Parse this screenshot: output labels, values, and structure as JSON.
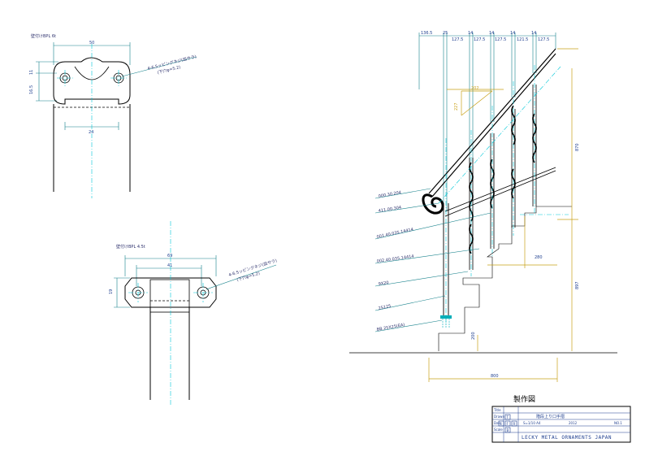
{
  "sheet": {
    "title": "製作図",
    "colors": {
      "outline": "#000000",
      "dimension": "#14808a",
      "center": "#00c8d8",
      "gold": "#c8a018",
      "text": "#2b2f6b"
    }
  },
  "top_view": {
    "label": "壁付けBPL 6t",
    "dim_width": "50",
    "dim_height_a": "11",
    "dim_height_b": "16.5",
    "dim_bottom": "24",
    "screw_note_1": "4-6.5ッピングネジ(皿サラ)",
    "screw_note_2": "(下穴φ=5.2)"
  },
  "bottom_view": {
    "label": "壁付けBPL 4.5t",
    "dim_width": "69",
    "dim_inner": "41",
    "dim_height": "19",
    "screw_note_1": "4-6.5ッピングネジ(皿サラ)",
    "screw_note_2": "(下穴φ=5.2)"
  },
  "side_view": {
    "top_dims": [
      "136.5",
      "25",
      "127.5",
      "14",
      "127.5",
      "14",
      "127.5",
      "14",
      "121.5",
      "14",
      "127.5"
    ],
    "gold_width": "202",
    "gold_height": "227",
    "right_upper": "870",
    "right_lower": "897",
    "step_dim": "280",
    "bottom_height": "200",
    "bottom_width": "800",
    "callouts": [
      "000.30.204",
      "411.00.304",
      "001.40.035.14414",
      "002.40.035.14414",
      "9X20",
      "2S125",
      "BB.25X25(EA)"
    ]
  },
  "title_block": {
    "rows": [
      "Title",
      "Drawn",
      "Date",
      "Scale"
    ],
    "project": "階段上り口手摺",
    "scale_note": "S=1/10 A4",
    "date_note": "2012",
    "sheet_no": "NO.1",
    "company": "LECKY METAL ORNAMENTS JAPAN",
    "views": [
      "T",
      "L",
      "F",
      "R",
      "B"
    ]
  }
}
